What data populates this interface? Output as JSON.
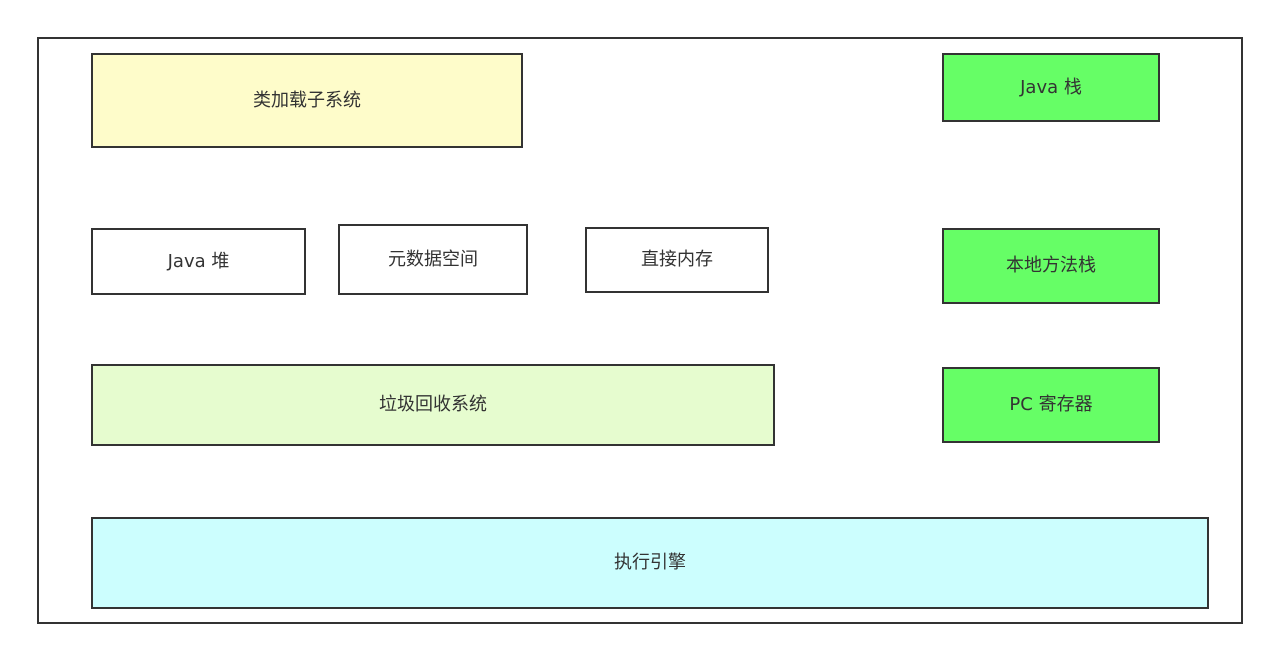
{
  "colors": {
    "frame_border": "#333333",
    "block_border": "#333333",
    "text": "#333333",
    "class_loader_fill": "#fefcca",
    "runtime_area_fill": "#ffffff",
    "gc_fill": "#e6fccf",
    "thread_private_fill": "#66fe66",
    "exec_engine_fill": "#ccfefe"
  },
  "diagram": {
    "class_loader": {
      "label": "类加载子系统"
    },
    "java_stack": {
      "label": "Java 栈"
    },
    "java_heap": {
      "label": "Java 堆"
    },
    "metaspace": {
      "label": "元数据空间"
    },
    "direct_memory": {
      "label": "直接内存"
    },
    "native_method_stack": {
      "label": "本地方法栈"
    },
    "gc_system": {
      "label": "垃圾回收系统"
    },
    "pc_register": {
      "label": "PC 寄存器"
    },
    "execution_engine": {
      "label": "执行引擎"
    }
  }
}
